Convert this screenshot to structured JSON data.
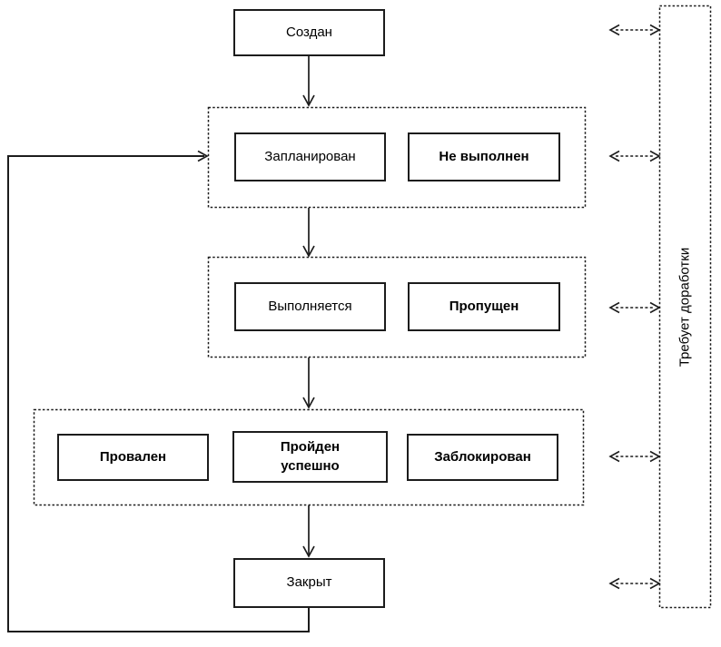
{
  "diagram": {
    "nodes": [
      {
        "id": "created",
        "label": "Создан",
        "bold": false
      },
      {
        "id": "planned",
        "label": "Запланирован",
        "bold": false
      },
      {
        "id": "not-executed",
        "label": "Не выполнен",
        "bold": true
      },
      {
        "id": "in-progress",
        "label": "Выполняется",
        "bold": false
      },
      {
        "id": "skipped",
        "label": "Пропущен",
        "bold": true
      },
      {
        "id": "failed",
        "label": "Провален",
        "bold": true
      },
      {
        "id": "passed",
        "label": "Пройден\nуспешно",
        "bold": true
      },
      {
        "id": "blocked",
        "label": "Заблокирован",
        "bold": true
      },
      {
        "id": "closed",
        "label": "Закрыт",
        "bold": false
      }
    ],
    "groups": [
      {
        "id": "stage-planned",
        "members": [
          "planned",
          "not-executed"
        ]
      },
      {
        "id": "stage-running",
        "members": [
          "in-progress",
          "skipped"
        ]
      },
      {
        "id": "stage-finished",
        "members": [
          "failed",
          "passed",
          "blocked"
        ]
      }
    ],
    "edges": [
      {
        "from": "created",
        "to": "stage-planned",
        "style": "solid-arrow"
      },
      {
        "from": "stage-planned",
        "to": "stage-running",
        "style": "solid-arrow"
      },
      {
        "from": "stage-running",
        "to": "stage-finished",
        "style": "solid-arrow"
      },
      {
        "from": "stage-finished",
        "to": "closed",
        "style": "solid-arrow"
      },
      {
        "from": "closed",
        "to": "stage-planned",
        "style": "solid-arrow-loop"
      },
      {
        "from": "rework",
        "to": "created",
        "style": "dashed-double-arrow"
      },
      {
        "from": "rework",
        "to": "stage-planned",
        "style": "dashed-double-arrow"
      },
      {
        "from": "rework",
        "to": "stage-running",
        "style": "dashed-double-arrow"
      },
      {
        "from": "rework",
        "to": "stage-finished",
        "style": "dashed-double-arrow"
      },
      {
        "from": "rework",
        "to": "closed",
        "style": "dashed-double-arrow"
      }
    ],
    "rework": {
      "label": "Требует доработки"
    },
    "colors": {
      "line": "#1c1c1c",
      "background": "#ffffff",
      "text": "#000000"
    }
  }
}
